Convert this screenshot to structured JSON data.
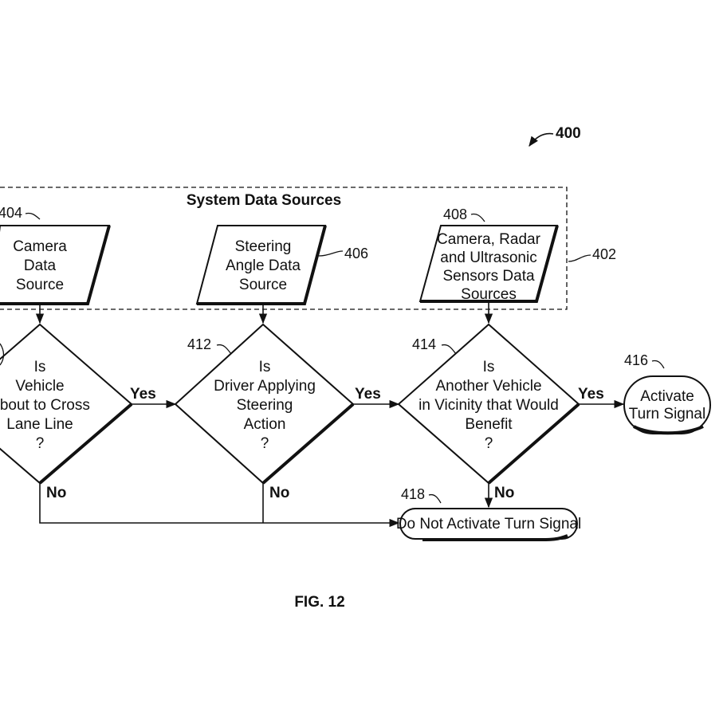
{
  "figure": {
    "number": "400",
    "caption": "FIG. 12",
    "group": {
      "ref": "402",
      "title": "System Data Sources"
    }
  },
  "sources": [
    {
      "ref": "404",
      "lines": [
        "Camera",
        "Data",
        "Source"
      ]
    },
    {
      "ref": "406",
      "lines": [
        "Steering",
        "Angle Data",
        "Source"
      ]
    },
    {
      "ref": "408",
      "lines": [
        "Camera, Radar",
        "and Ultrasonic",
        "Sensors Data",
        "Sources"
      ]
    }
  ],
  "decisions": [
    {
      "ref": "",
      "lines": [
        "Is",
        "Vehicle",
        "About to Cross",
        "Lane Line",
        "?"
      ],
      "yes": "Yes",
      "no": "No"
    },
    {
      "ref": "412",
      "lines": [
        "Is",
        "Driver Applying",
        "Steering",
        "Action",
        "?"
      ],
      "yes": "Yes",
      "no": "No"
    },
    {
      "ref": "414",
      "lines": [
        "Is",
        "Another Vehicle",
        "in Vicinity that Would",
        "Benefit",
        "?"
      ],
      "yes": "Yes",
      "no": "No"
    }
  ],
  "terminals": {
    "activate": {
      "ref": "416",
      "lines": [
        "Activate",
        "Turn Signal"
      ]
    },
    "deactivate": {
      "ref": "418",
      "label": "Do Not Activate Turn Signal"
    }
  }
}
